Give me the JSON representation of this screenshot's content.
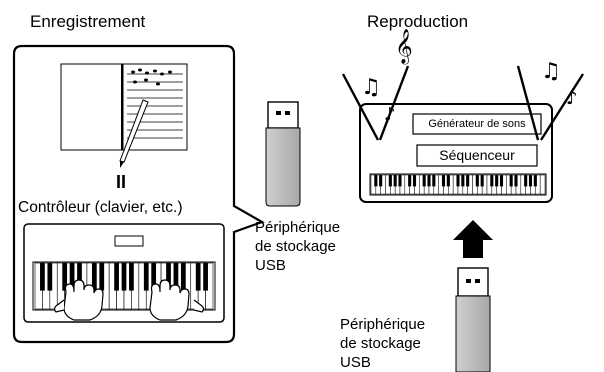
{
  "headings": {
    "recording": "Enregistrement",
    "playback": "Reproduction"
  },
  "recording_panel": {
    "separator_symbol": "II",
    "controller_label": "Contrôleur (clavier, etc.)"
  },
  "usb_device_1": {
    "label_line1": "Périphérique",
    "label_line2": "de stockage",
    "label_line3": "USB"
  },
  "usb_device_2": {
    "label_line1": "Périphérique",
    "label_line2": "de stockage",
    "label_line3": "USB"
  },
  "instrument": {
    "tone_generator": "Générateur de sons",
    "sequencer": "Séquenceur"
  }
}
